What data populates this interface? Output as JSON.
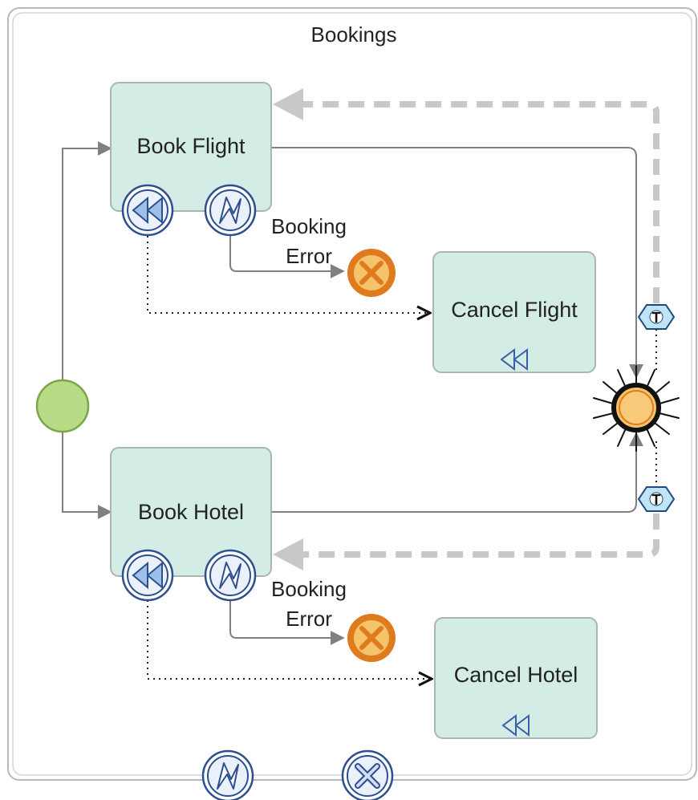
{
  "subprocess": {
    "title": "Bookings"
  },
  "tasks": {
    "book_flight": "Book Flight",
    "book_hotel": "Book Hotel",
    "cancel_flight": "Cancel Flight",
    "cancel_hotel": "Cancel Hotel"
  },
  "labels": {
    "flight_error": [
      "Booking",
      "Error"
    ],
    "hotel_error": [
      "Booking",
      "Error"
    ]
  },
  "badges": {
    "timer_top": "T",
    "timer_bottom": "T"
  },
  "colors": {
    "task_fill": "#d4ece6",
    "task_stroke": "#a9b6b1",
    "flow": "#808080",
    "loop": "#c8c8c8",
    "start_fill": "#b8dc86",
    "start_stroke": "#7aa64a",
    "end_fill": "#f5c46a",
    "end_stroke": "#e07a1e",
    "event_blue": "#2d4f8f",
    "event_fill": "#eaf1fb",
    "badge_fill": "#bfe4f5"
  },
  "icons": {
    "start_event": "start-circle",
    "intermediate_event": "multiple-burst-event",
    "error_boundary": "lightning-icon",
    "compensation_boundary": "rewind-icon",
    "error_end": "x-circle-icon",
    "cancel_boundary": "x-circle-icon",
    "timer_badge": "timer-hexagon-icon"
  }
}
